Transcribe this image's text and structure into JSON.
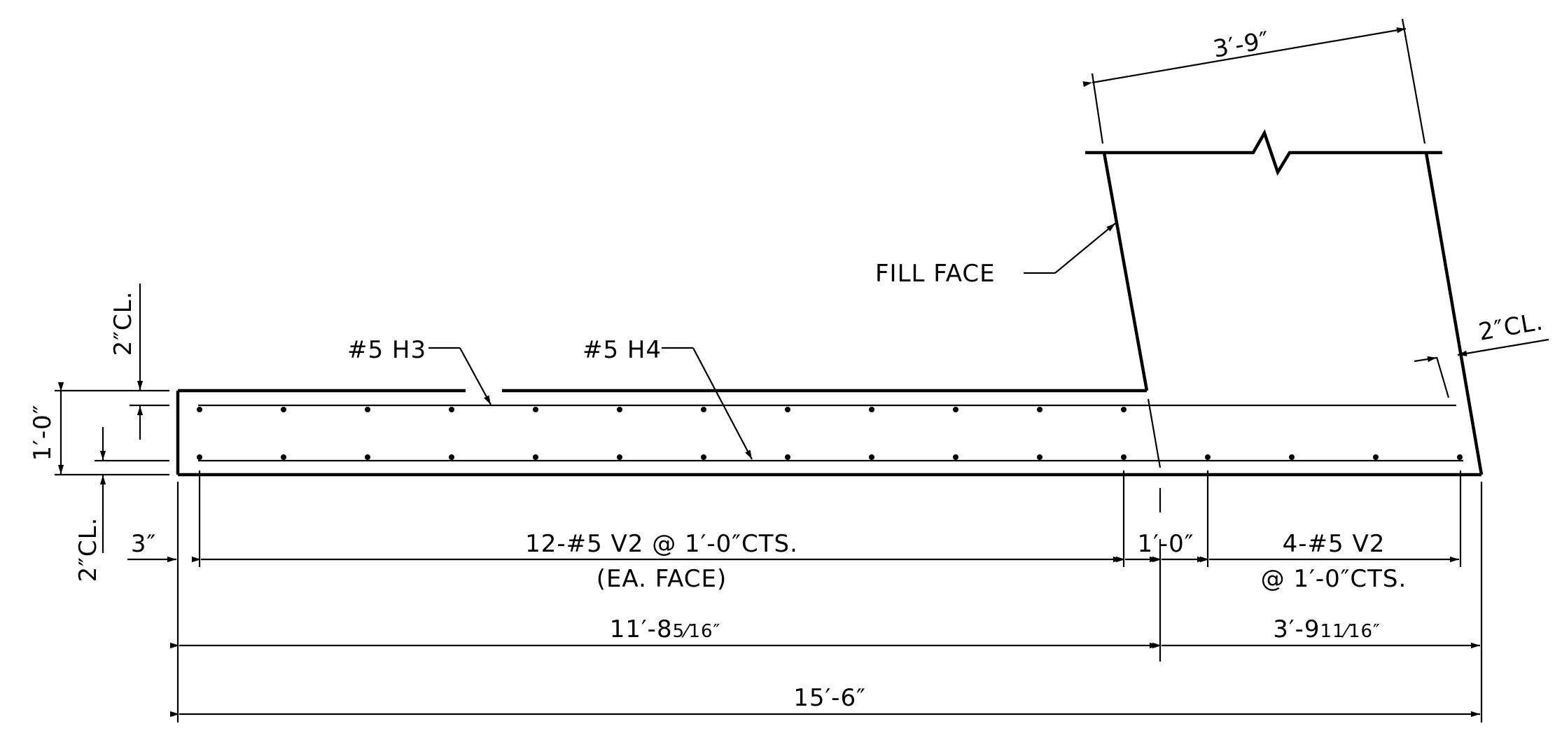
{
  "labels": {
    "top_dim": "3′-9″",
    "fill_face": "FILL FACE",
    "bar_h3": "#5 H3",
    "bar_h4": "#5 H4",
    "cover_top_left": "2″CL.",
    "slab_thickness": "1′-0″",
    "cover_bottom_left": "2″CL.",
    "cover_right": "2″CL.",
    "edge_offset": "3″",
    "v2_main_line1": "12-#5 V2 @ 1′-0″CTS.",
    "v2_main_line2": "(EA. FACE)",
    "gap_dim": "1′-0″",
    "v2_right_line1": "4-#5 V2",
    "v2_right_line2": "@ 1′-0″CTS.",
    "left_length": "11′-8",
    "left_length_frac": "5⁄16″",
    "right_length": "3′-9",
    "right_length_frac": "11⁄16″",
    "total_length": "15′-6″"
  }
}
